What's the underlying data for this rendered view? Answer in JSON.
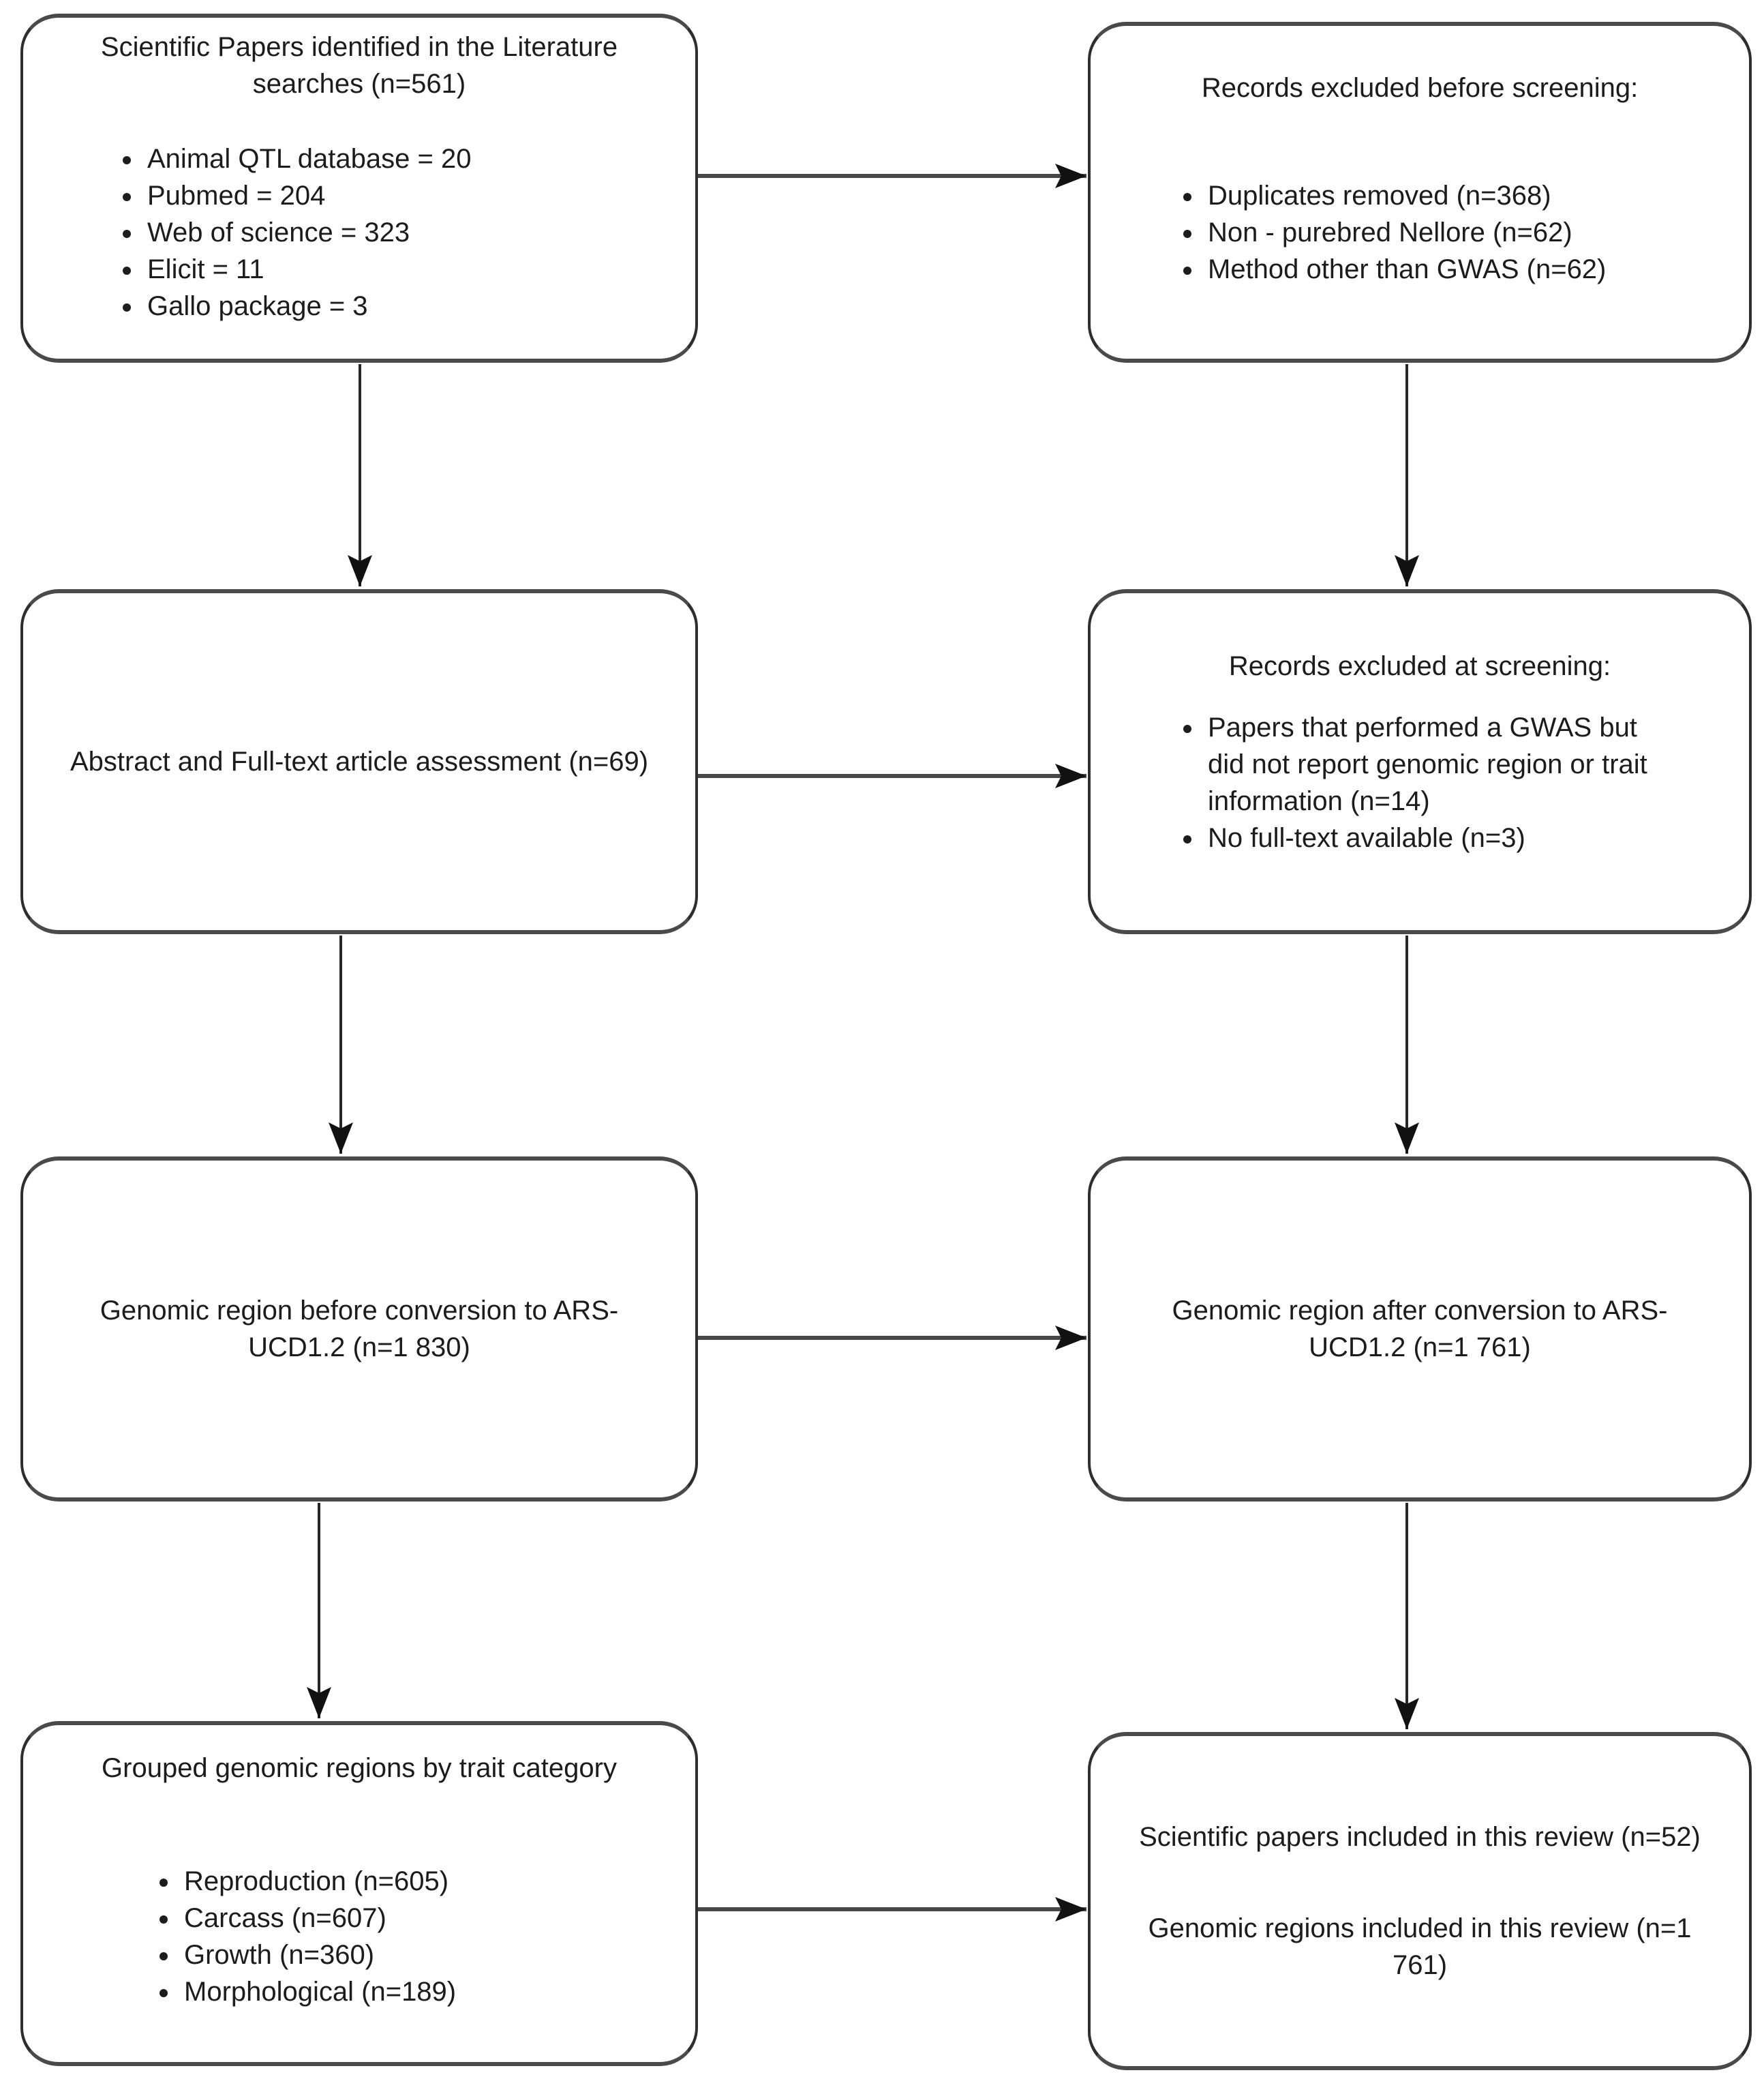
{
  "diagram": {
    "type": "flowchart",
    "description": "Literature review (PRISMA-style) flow diagram of GWAS papers in Nellore cattle",
    "boxes": [
      {
        "id": "identified",
        "title": "Scientific Papers identified in the Literature searches (n=561)",
        "bullets": [
          "Animal QTL database = 20",
          "Pubmed = 204",
          "Web of science = 323",
          "Elicit = 11",
          "Gallo package = 3"
        ]
      },
      {
        "id": "excluded-before-screening",
        "title": "Records excluded before screening:",
        "bullets": [
          "Duplicates removed (n=368)",
          "Non - purebred Nellore (n=62)",
          "Method other than GWAS (n=62)"
        ]
      },
      {
        "id": "abstract-fulltext-assessment",
        "title": "Abstract and Full-text article assessment (n=69)"
      },
      {
        "id": "excluded-at-screening",
        "title": "Records excluded at screening:",
        "bullets": [
          "Papers that performed a GWAS but did not report genomic region or trait information (n=14)",
          "No full-text available (n=3)"
        ]
      },
      {
        "id": "region-before-conversion",
        "title": "Genomic region before conversion to ARS-UCD1.2 (n=1 830)"
      },
      {
        "id": "region-after-conversion",
        "title": "Genomic region after conversion to ARS-UCD1.2 (n=1 761)"
      },
      {
        "id": "grouped-by-trait",
        "title": "Grouped genomic regions by trait category",
        "bullets": [
          "Reproduction (n=605)",
          "Carcass (n=607)",
          "Growth (n=360)",
          "Morphological (n=189)"
        ]
      },
      {
        "id": "included-in-review",
        "lines": [
          "Scientific papers included in this review (n=52)",
          "Genomic regions included in this review (n=1 761)"
        ]
      }
    ],
    "edges": [
      {
        "from": "identified",
        "to": "excluded-before-screening",
        "direction": "right"
      },
      {
        "from": "identified",
        "to": "abstract-fulltext-assessment",
        "direction": "down"
      },
      {
        "from": "excluded-before-screening",
        "to": "excluded-at-screening",
        "direction": "down"
      },
      {
        "from": "abstract-fulltext-assessment",
        "to": "excluded-at-screening",
        "direction": "right"
      },
      {
        "from": "abstract-fulltext-assessment",
        "to": "region-before-conversion",
        "direction": "down"
      },
      {
        "from": "excluded-at-screening",
        "to": "region-after-conversion",
        "direction": "down"
      },
      {
        "from": "region-before-conversion",
        "to": "region-after-conversion",
        "direction": "right"
      },
      {
        "from": "region-before-conversion",
        "to": "grouped-by-trait",
        "direction": "down"
      },
      {
        "from": "region-after-conversion",
        "to": "included-in-review",
        "direction": "down"
      },
      {
        "from": "grouped-by-trait",
        "to": "included-in-review",
        "direction": "right"
      }
    ],
    "colors": {
      "background": "#ffffff",
      "box_border": "#2e2e2e",
      "box_border_horizontal": "#4a4a4a",
      "text": "#1c1c1c",
      "arrow": "#262626"
    }
  }
}
